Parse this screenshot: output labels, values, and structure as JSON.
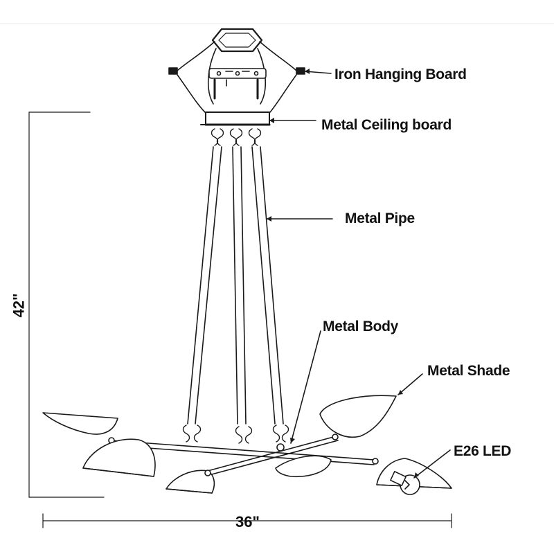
{
  "labels": {
    "iron_hanging_board": "Iron Hanging Board",
    "metal_ceiling_board": "Metal Ceiling board",
    "metal_pipe": "Metal Pipe",
    "metal_body": "Metal Body",
    "metal_shade": "Metal Shade",
    "e26_led": "E26 LED"
  },
  "dimensions": {
    "height": "42\"",
    "width": "36\""
  },
  "colors": {
    "line": "#1a1a1a",
    "shade_fill": "#ffffff",
    "background": "#ffffff"
  }
}
